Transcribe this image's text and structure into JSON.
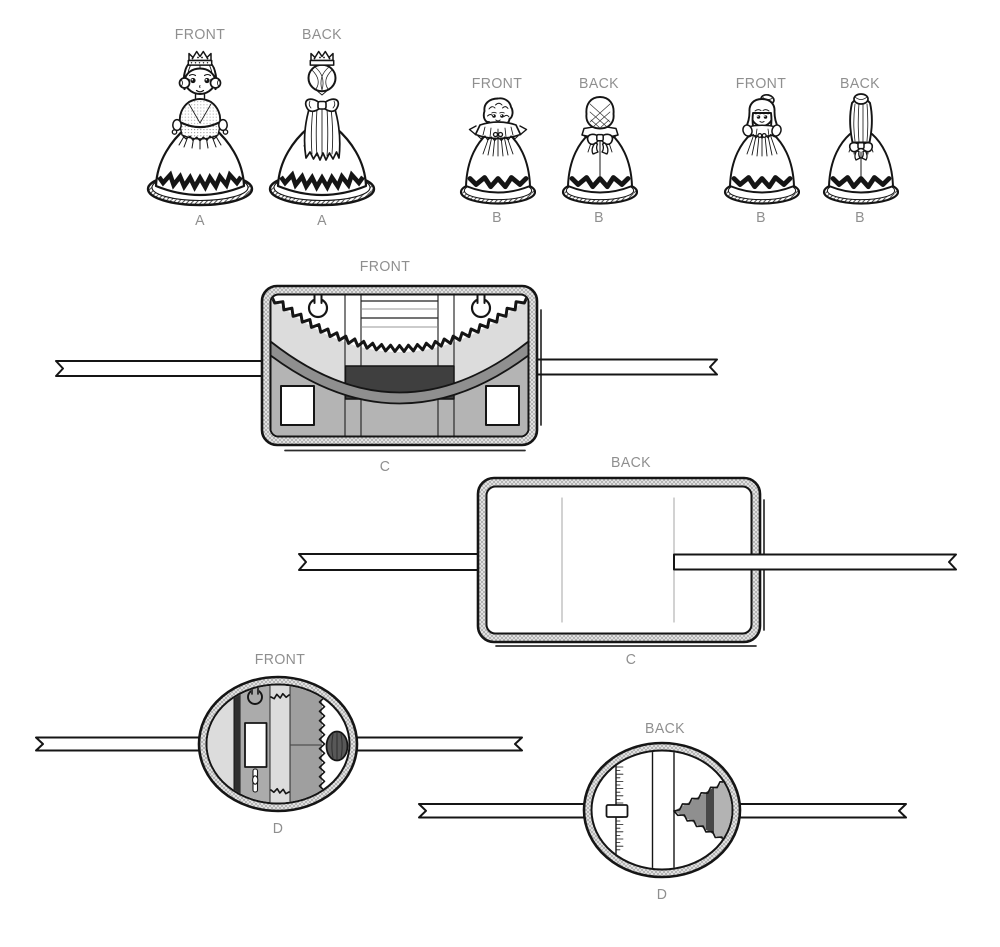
{
  "page": {
    "background": "#ffffff"
  },
  "palette": {
    "line": "#151515",
    "label": "#8f8f8f",
    "page_bg": "#ffffff",
    "gray_light": "#dcdcdc",
    "gray_mid": "#b4b4b4",
    "gray_band": "#8f8f8f",
    "gray_dark": "#3f3f3f",
    "gray_panel": "#ababab",
    "pincushion": "#585858"
  },
  "figures": [
    {
      "name": "doll-a-front",
      "view_label": "FRONT",
      "item_label": "A"
    },
    {
      "name": "doll-a-back",
      "view_label": "BACK",
      "item_label": "A"
    },
    {
      "name": "doll-b-curly-front",
      "view_label": "FRONT",
      "item_label": "B"
    },
    {
      "name": "doll-b-curly-back",
      "view_label": "BACK",
      "item_label": "B"
    },
    {
      "name": "doll-b-bun-front",
      "view_label": "FRONT",
      "item_label": "B"
    },
    {
      "name": "doll-b-bun-back",
      "view_label": "BACK",
      "item_label": "B"
    },
    {
      "name": "organizer-c-front",
      "view_label": "FRONT",
      "item_label": "C"
    },
    {
      "name": "organizer-c-back",
      "view_label": "BACK",
      "item_label": "C"
    },
    {
      "name": "round-caddy-d-front",
      "view_label": "FRONT",
      "item_label": "D"
    },
    {
      "name": "round-caddy-d-back",
      "view_label": "BACK",
      "item_label": "D"
    }
  ]
}
